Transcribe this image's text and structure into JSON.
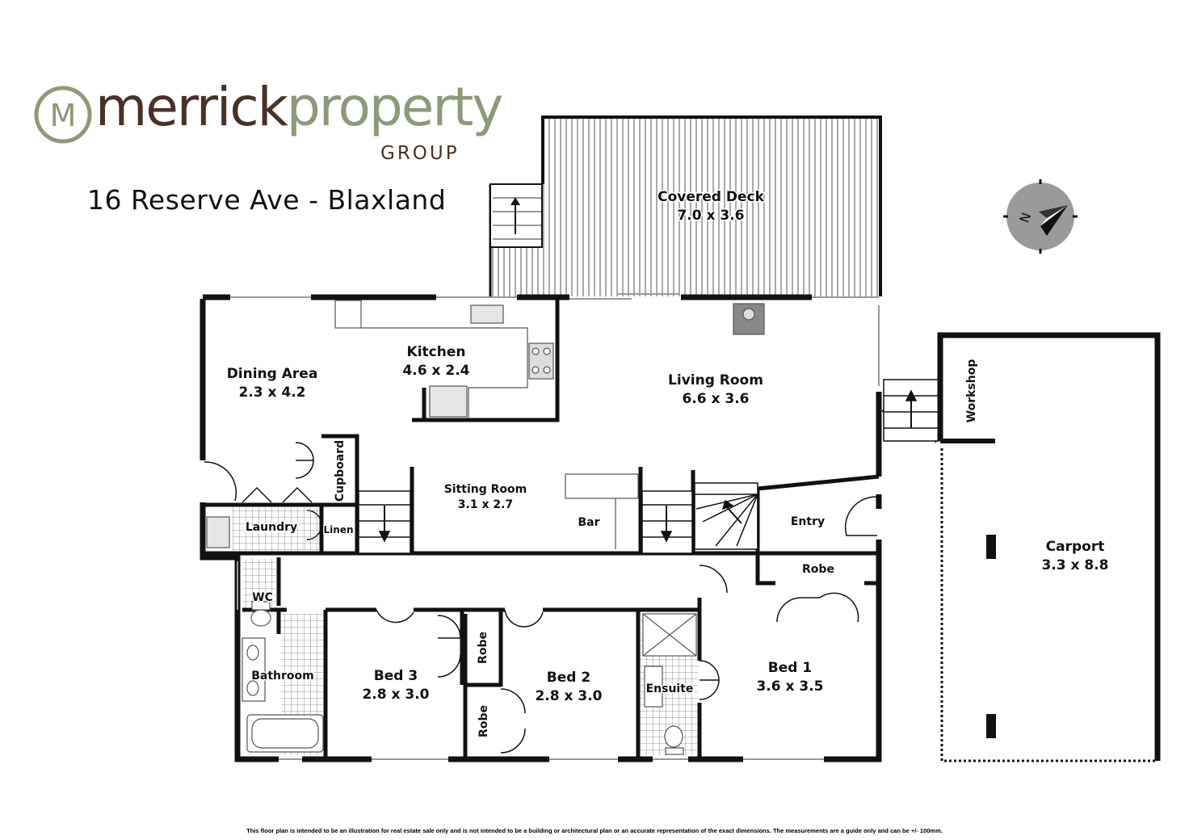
{
  "brand": {
    "name_part1": "merrick",
    "name_part2": "property",
    "sub": "GROUP",
    "monogram": "M"
  },
  "address": "16 Reserve Ave - Blaxland",
  "disclaimer": "This floor plan is intended to be an illustration for real estate sale only and is not intended to be a building or architectural plan or an accurate representation of the exact dimensions. The measurements are a guide only and can be +/- 100mm.",
  "compass": {
    "label": "N"
  },
  "rooms": {
    "covered_deck": {
      "name": "Covered Deck",
      "size": "7.0 x 3.6"
    },
    "kitchen": {
      "name": "Kitchen",
      "size": "4.6 x 2.4"
    },
    "dining": {
      "name": "Dining Area",
      "size": "2.3 x 4.2"
    },
    "living": {
      "name": "Living Room",
      "size": "6.6 x 3.6"
    },
    "sitting": {
      "name": "Sitting Room",
      "size": "3.1 x 2.7"
    },
    "bar": {
      "name": "Bar"
    },
    "cupboard": {
      "name": "Cupboard"
    },
    "laundry": {
      "name": "Laundry"
    },
    "linen": {
      "name": "Linen"
    },
    "entry": {
      "name": "Entry"
    },
    "robe_bed1": {
      "name": "Robe"
    },
    "wc": {
      "name": "WC"
    },
    "bathroom": {
      "name": "Bathroom"
    },
    "bed3": {
      "name": "Bed 3",
      "size": "2.8 x 3.0"
    },
    "robe_a": {
      "name": "Robe"
    },
    "robe_b": {
      "name": "Robe"
    },
    "bed2": {
      "name": "Bed 2",
      "size": "2.8 x 3.0"
    },
    "ensuite": {
      "name": "Ensuite"
    },
    "bed1": {
      "name": "Bed 1",
      "size": "3.6 x 3.5"
    },
    "workshop": {
      "name": "Workshop"
    },
    "carport": {
      "name": "Carport",
      "size": "3.3 x 8.8"
    }
  }
}
